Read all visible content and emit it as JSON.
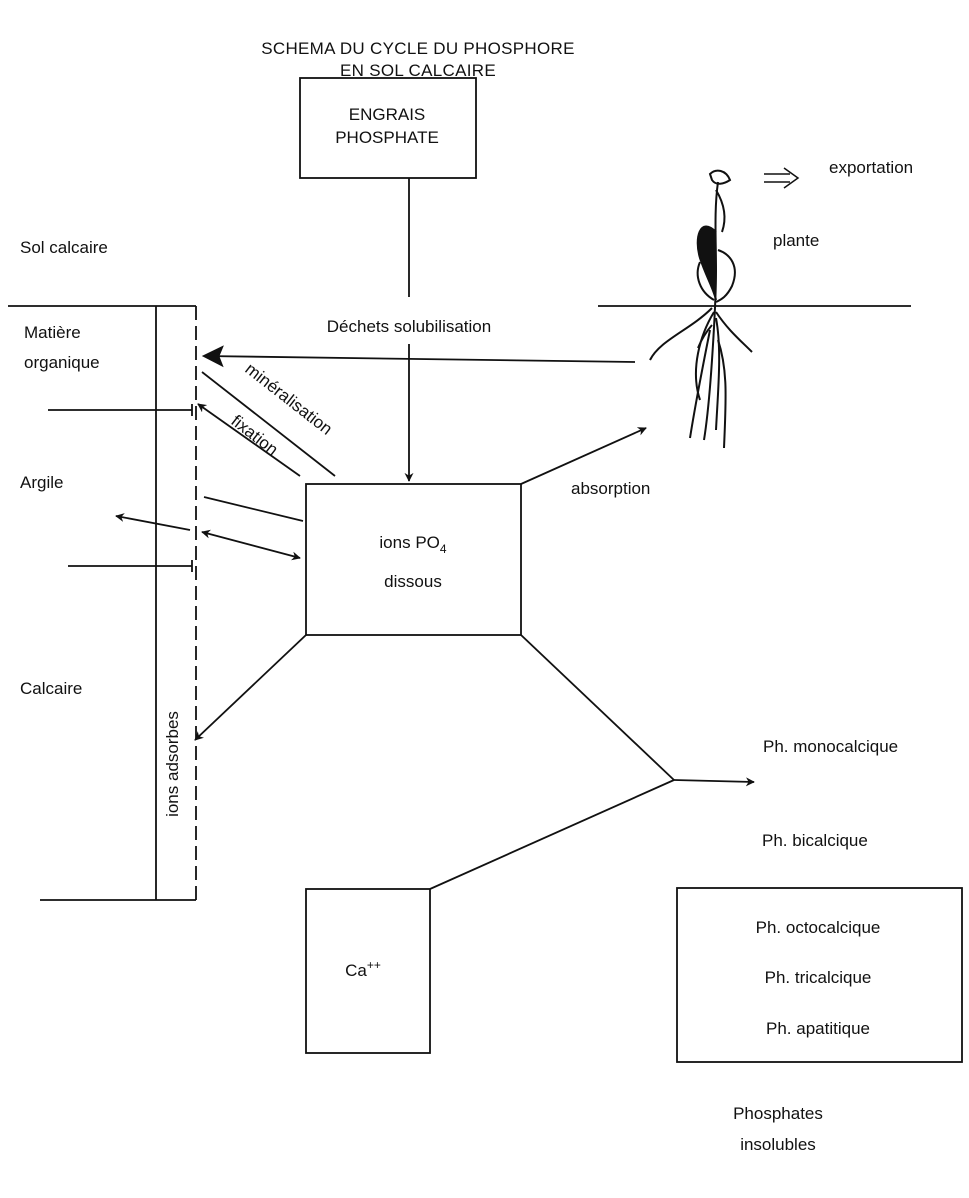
{
  "title": {
    "line1": "SCHEMA DU CYCLE DU PHOSPHORE",
    "line2": "EN SOL CALCAIRE"
  },
  "engrais": {
    "line1": "ENGRAIS",
    "line2": "PHOSPHATE"
  },
  "labels": {
    "sol_calcaire": "Sol calcaire",
    "matiere_1": "Matière",
    "matiere_2": "organique",
    "argile": "Argile",
    "calcaire": "Calcaire",
    "ions_adsorbes": "ions adsorbes",
    "dechets": "Déchets solubilisation",
    "mineralisation": "minéralisation",
    "fixation": "fixation",
    "absorption": "absorption",
    "exportation": "exportation",
    "plante": "plante"
  },
  "ions_box": {
    "line1": "ions PO",
    "subscript": "4",
    "line2": "dissous"
  },
  "ca_box": {
    "label": "Ca",
    "superscript": "++"
  },
  "phosphates": {
    "monocalcique": "Ph. monocalcique",
    "bicalcique": "Ph. bicalcique",
    "octocalcique": "Ph. octocalcique",
    "tricalcique": "Ph. tricalcique",
    "apatitique": "Ph. apatitique",
    "insolubles_1": "Phosphates",
    "insolubles_2": "insolubles"
  }
}
